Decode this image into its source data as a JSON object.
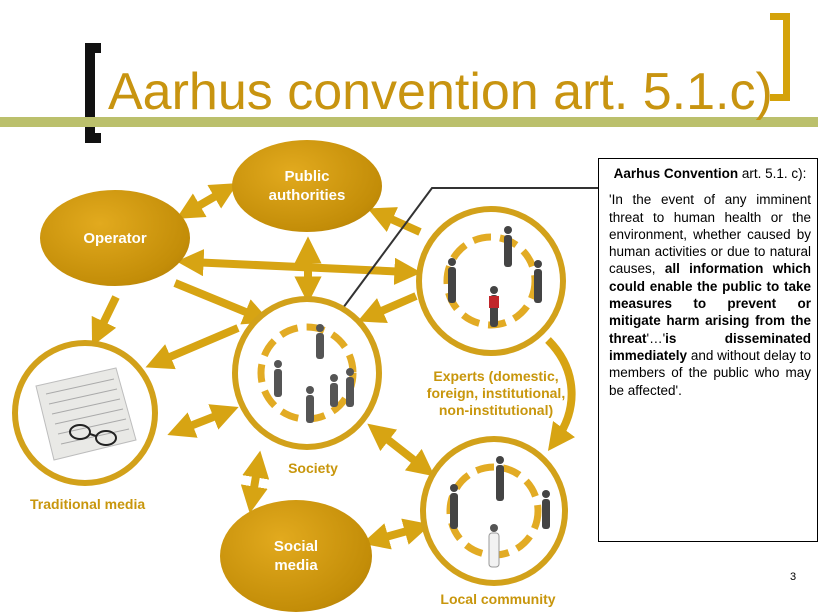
{
  "slide": {
    "title": "Aarhus convention art. 5.1.c)",
    "page_number": "3"
  },
  "nodes": {
    "operator": "Operator",
    "public_authorities": "Public authorities",
    "social_media": "Social media",
    "society": "Society",
    "traditional_media": "Traditional media",
    "experts_title": "Experts",
    "experts_detail": "(domestic, foreign, institutional, non-institutional)",
    "local_community": "Local community"
  },
  "quote": {
    "heading_bold": "Aarhus Convention",
    "heading_rest": " art. 5.1. c):",
    "p1": "'In the event of any imminent threat to human health or the environment, whether caused by human activities or due to natural causes, ",
    "b1": "all information which could enable the public to take measures to prevent or mitigate harm arising from the threat",
    "p2": "'…'",
    "b2": "is disseminated immediately",
    "p3": " and without delay to members of the public who may be affected'."
  },
  "colors": {
    "gold": "#c8960c",
    "arrow": "#d7a413",
    "rule": "#bbc06c"
  }
}
